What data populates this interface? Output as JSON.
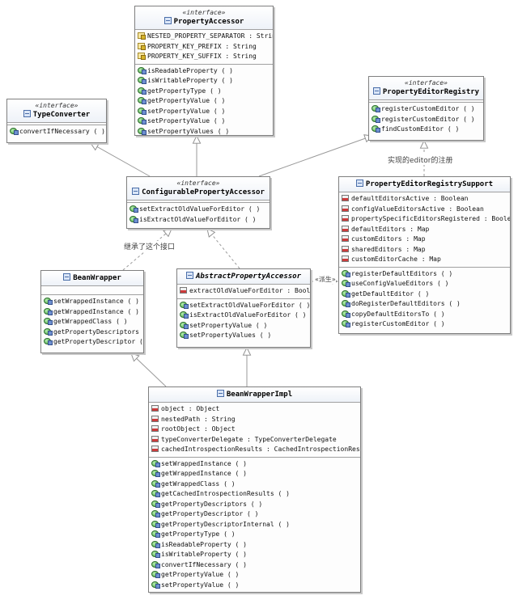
{
  "classes": {
    "property_accessor": {
      "stereotype": "«interface»",
      "name": "PropertyAccessor",
      "fields": [
        "NESTED_PROPERTY_SEPARATOR : String",
        "PROPERTY_KEY_PREFIX : String",
        "PROPERTY_KEY_SUFFIX : String"
      ],
      "methods": [
        "isReadableProperty ( )",
        "isWritableProperty ( )",
        "getPropertyType ( )",
        "getPropertyValue ( )",
        "setPropertyValue ( )",
        "setPropertyValue ( )",
        "setPropertyValues ( )"
      ]
    },
    "type_converter": {
      "stereotype": "«interface»",
      "name": "TypeConverter",
      "methods": [
        "convertIfNecessary ( )"
      ]
    },
    "property_editor_registry": {
      "stereotype": "«interface»",
      "name": "PropertyEditorRegistry",
      "methods": [
        "registerCustomEditor ( )",
        "registerCustomEditor ( )",
        "findCustomEditor ( )"
      ]
    },
    "configurable_property_accessor": {
      "stereotype": "«interface»",
      "name": "ConfigurablePropertyAccessor",
      "methods": [
        "setExtractOldValueForEditor ( )",
        "isExtractOldValueForEditor ( )"
      ]
    },
    "property_editor_registry_support": {
      "name": "PropertyEditorRegistrySupport",
      "fields": [
        "defaultEditorsActive : Boolean",
        "configValueEditorsActive : Boolean",
        "propertySpecificEditorsRegistered : Boolean",
        "defaultEditors : Map",
        "customEditors : Map",
        "sharedEditors : Map",
        "customEditorCache : Map"
      ],
      "methods": [
        "registerDefaultEditors ( )",
        "useConfigValueEditors ( )",
        "getDefaultEditor ( )",
        "doRegisterDefaultEditors ( )",
        "copyDefaultEditorsTo ( )",
        "registerCustomEditor ( )"
      ]
    },
    "bean_wrapper": {
      "name": "BeanWrapper",
      "methods": [
        "setWrappedInstance ( )",
        "getWrappedInstance ( )",
        "getWrappedClass ( )",
        "getPropertyDescriptors ( )",
        "getPropertyDescriptor ( )"
      ]
    },
    "abstract_property_accessor": {
      "name": "AbstractPropertyAccessor",
      "fields": [
        "extractOldValueForEditor : Boolean"
      ],
      "methods": [
        "setExtractOldValueForEditor ( )",
        "isExtractOldValueForEditor ( )",
        "setPropertyValue ( )",
        "setPropertyValues ( )"
      ]
    },
    "bean_wrapper_impl": {
      "name": "BeanWrapperImpl",
      "fields": [
        "object : Object",
        "nestedPath : String",
        "rootObject : Object",
        "typeConverterDelegate : TypeConverterDelegate",
        "cachedIntrospectionResults : CachedIntrospectionResults"
      ],
      "methods": [
        "setWrappedInstance ( )",
        "getWrappedInstance ( )",
        "getWrappedClass ( )",
        "getCachedIntrospectionResults ( )",
        "getPropertyDescriptors ( )",
        "getPropertyDescriptor ( )",
        "getPropertyDescriptorInternal ( )",
        "getPropertyType ( )",
        "isReadableProperty ( )",
        "isWritableProperty ( )",
        "convertIfNecessary ( )",
        "getPropertyValue ( )",
        "setPropertyValue ( )"
      ]
    }
  },
  "annotations": {
    "implemented_editor_registry": "实现的editor的注册",
    "inherited_interface": "继承了这个接口",
    "derived": "«派生»"
  },
  "icons": {
    "class": "class-icon",
    "method": "method-icon",
    "field": "private-field-icon",
    "constant": "constant-field-icon"
  }
}
